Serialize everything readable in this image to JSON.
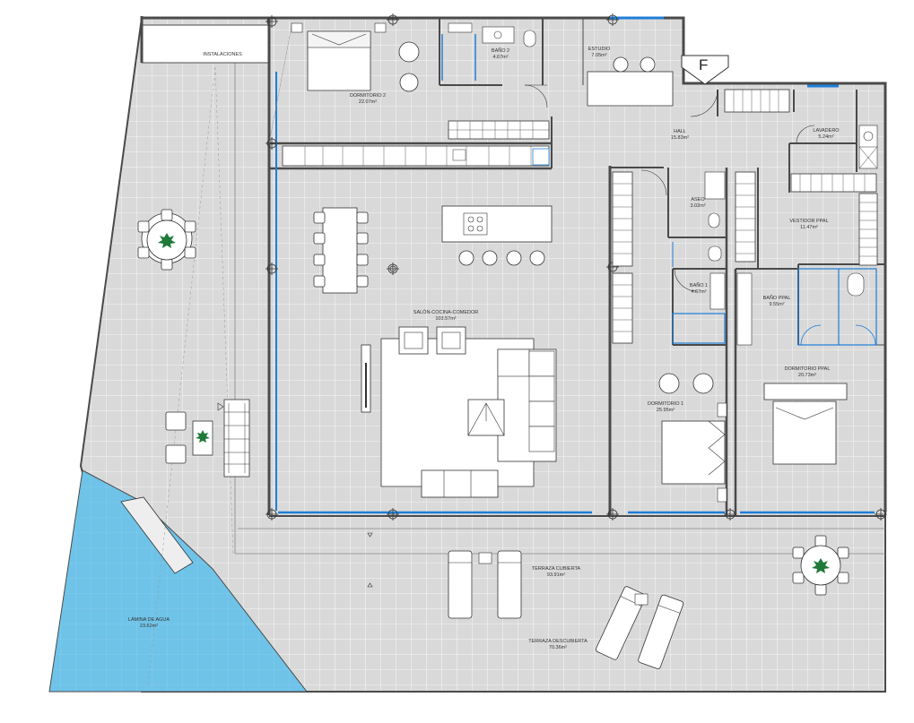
{
  "floor_id": "F",
  "rooms": [
    {
      "key": "instalaciones",
      "name": "INSTALACIONES",
      "area": ""
    },
    {
      "key": "dormitorio2",
      "name": "DORMITORIO 2",
      "area": "22.07m²"
    },
    {
      "key": "bano2",
      "name": "BAÑO 2",
      "area": "4.67m²"
    },
    {
      "key": "estudio",
      "name": "ESTUDIO",
      "area": "7.05m²"
    },
    {
      "key": "hall",
      "name": "HALL",
      "area": "15.83m²"
    },
    {
      "key": "lavadero",
      "name": "LAVADERO",
      "area": "5.24m²"
    },
    {
      "key": "aseo",
      "name": "ASEO",
      "area": "3.02m²"
    },
    {
      "key": "vestidor",
      "name": "VESTIDOR PPAL",
      "area": "11.47m²"
    },
    {
      "key": "bano1",
      "name": "BAÑO 1",
      "area": "4.67m²"
    },
    {
      "key": "banoppal",
      "name": "BAÑO PPAL",
      "area": "9.55m²"
    },
    {
      "key": "salon",
      "name": "SALÓN-COCINA-COMEDOR",
      "area": "103.57m²"
    },
    {
      "key": "dormitorio1",
      "name": "DORMITORIO 1",
      "area": "25.95m²"
    },
    {
      "key": "dormitorioppal",
      "name": "DORMITORIO PPAL",
      "area": "20.73m²"
    },
    {
      "key": "terraza_cub",
      "name": "TERRAZA CUBIERTA",
      "area": "93.91m²"
    },
    {
      "key": "lamina",
      "name": "LÁMINA DE AGUA",
      "area": "23.62m²"
    },
    {
      "key": "terraza_desc",
      "name": "TERRAZA DESCUBIERTA",
      "area": "70.36m²"
    }
  ],
  "colors": {
    "floor": "#d9d9d9",
    "grid": "#ffffff",
    "wall": "#4a4a4a",
    "glass": "#1e7fd8",
    "water": "#6fc3e8",
    "plant": "#1f7a3a"
  }
}
